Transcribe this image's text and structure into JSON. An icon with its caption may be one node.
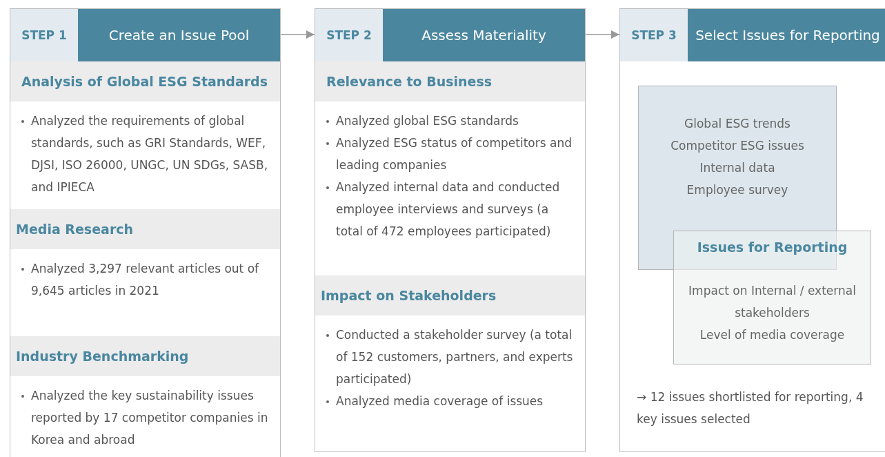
{
  "diagram": {
    "nodes": [
      {
        "text": [
          "STEP 1",
          "Create an Issue Pool"
        ]
      },
      {
        "text": [
          "Analysis of Global ESG Standards",
          "Analyzed the requirements of global standards, such as GRI Standards, WEF, DJSI, ISO 26000, UNGC, UN SDGs, SASB, and IPIECA"
        ],
        "in": 0
      },
      {
        "text": [
          "Media Research",
          "Analyzed 3,297 relevant articles out of 9,645 articles in 2021"
        ],
        "in": 0
      },
      {
        "text": [
          "Industry Benchmarking",
          "Analyzed the key sustainability issues reported by 17 competitor companies in Korea and abroad"
        ],
        "in": 0
      },
      {
        "text": [
          "STEP 2",
          "Assess Materiality"
        ]
      },
      {
        "text": [
          "Relevance to Business",
          "Analyzed global ESG standards",
          "Analyzed ESG status of competitors and leading companies",
          "Analyzed internal data and conducted employee interviews and surveys (a total of 472 employees participated)"
        ],
        "in": 4
      },
      {
        "text": [
          "Impact on Stakeholders",
          "Conducted a stakeholder survey (a total of 152 customers, partners, and experts participated)",
          "Analyzed media coverage of issues"
        ],
        "in": 4
      },
      {
        "text": [
          "STEP 3",
          "Select Issues for Reporting",
          "→ 12 issues shortlisted for reporting, 4 key issues selected"
        ]
      },
      {
        "text": [
          "Global ESG trends",
          "Competitor ESG issues",
          "Internal data",
          "Employee survey"
        ],
        "in": 7
      },
      {
        "text": [
          "Issues for Reporting",
          "Impact on Internal / external stakeholders",
          "Level of media coverage"
        ],
        "in": 7
      }
    ],
    "edges": [
      {
        "from": 0,
        "to": 4,
        "arrow": "to"
      },
      {
        "from": 4,
        "to": 7,
        "arrow": "to"
      }
    ]
  }
}
